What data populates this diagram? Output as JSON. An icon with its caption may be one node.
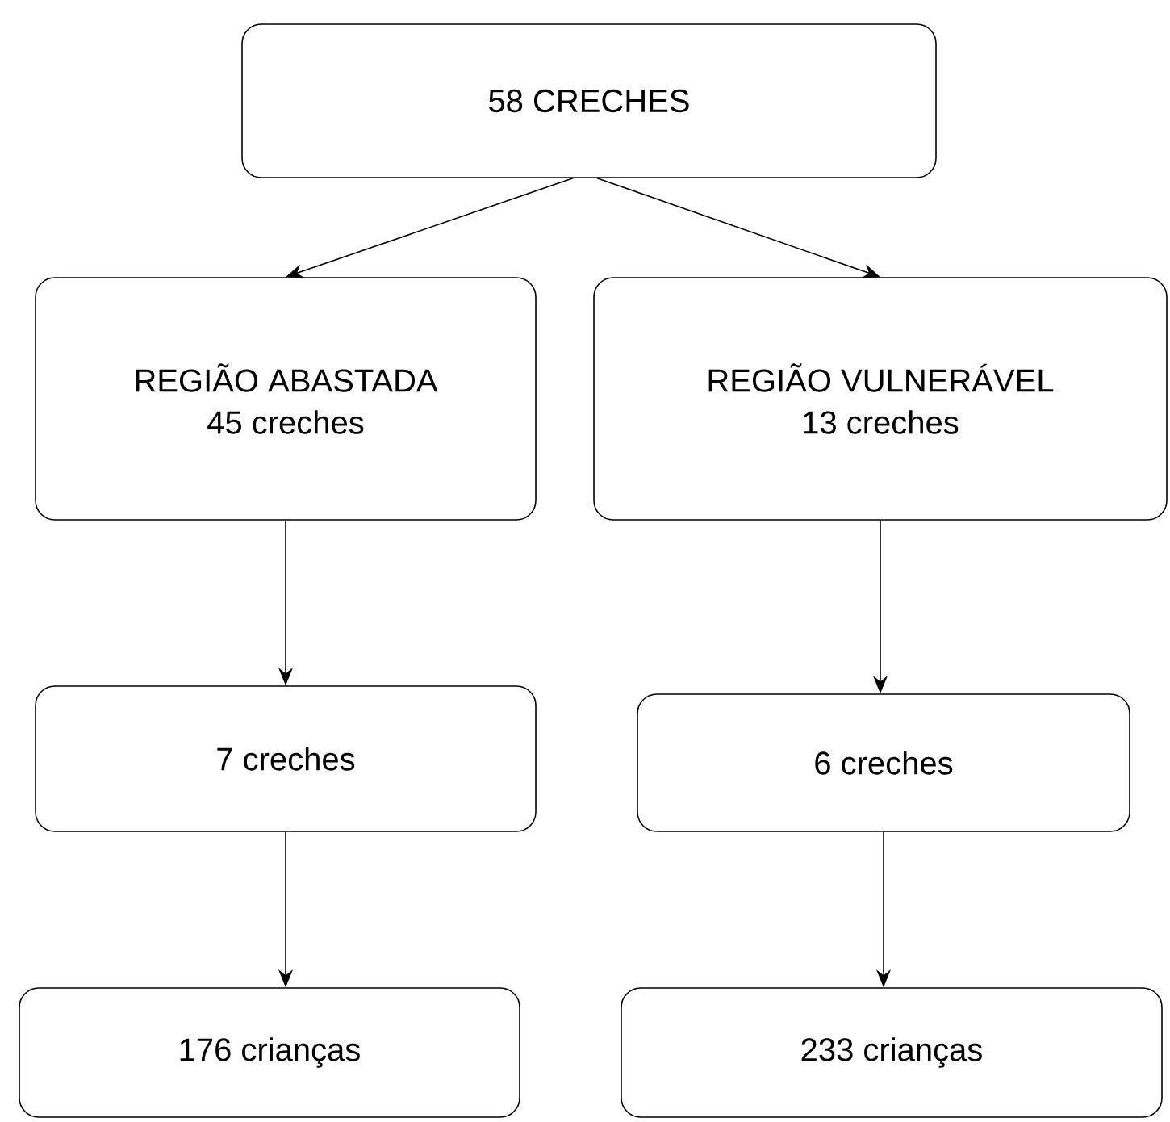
{
  "diagram": {
    "nodes": [
      {
        "text": [
          "58 CRECHES"
        ]
      },
      {
        "text": [
          "REGIÃO ABASTADA",
          "45 creches"
        ]
      },
      {
        "text": [
          "REGIÃO VULNERÁVEL",
          "13 creches"
        ]
      },
      {
        "text": [
          "7 creches"
        ]
      },
      {
        "text": [
          "6 creches"
        ]
      },
      {
        "text": [
          "176 crianças"
        ]
      },
      {
        "text": [
          "233 crianças"
        ]
      }
    ],
    "edges": [
      {
        "from": 0,
        "to": 1,
        "arrow": "to"
      },
      {
        "from": 0,
        "to": 2,
        "arrow": "to"
      },
      {
        "from": 1,
        "to": 3,
        "arrow": "to"
      },
      {
        "from": 2,
        "to": 4,
        "arrow": "to"
      },
      {
        "from": 3,
        "to": 5,
        "arrow": "to"
      },
      {
        "from": 4,
        "to": 6,
        "arrow": "to"
      }
    ]
  }
}
